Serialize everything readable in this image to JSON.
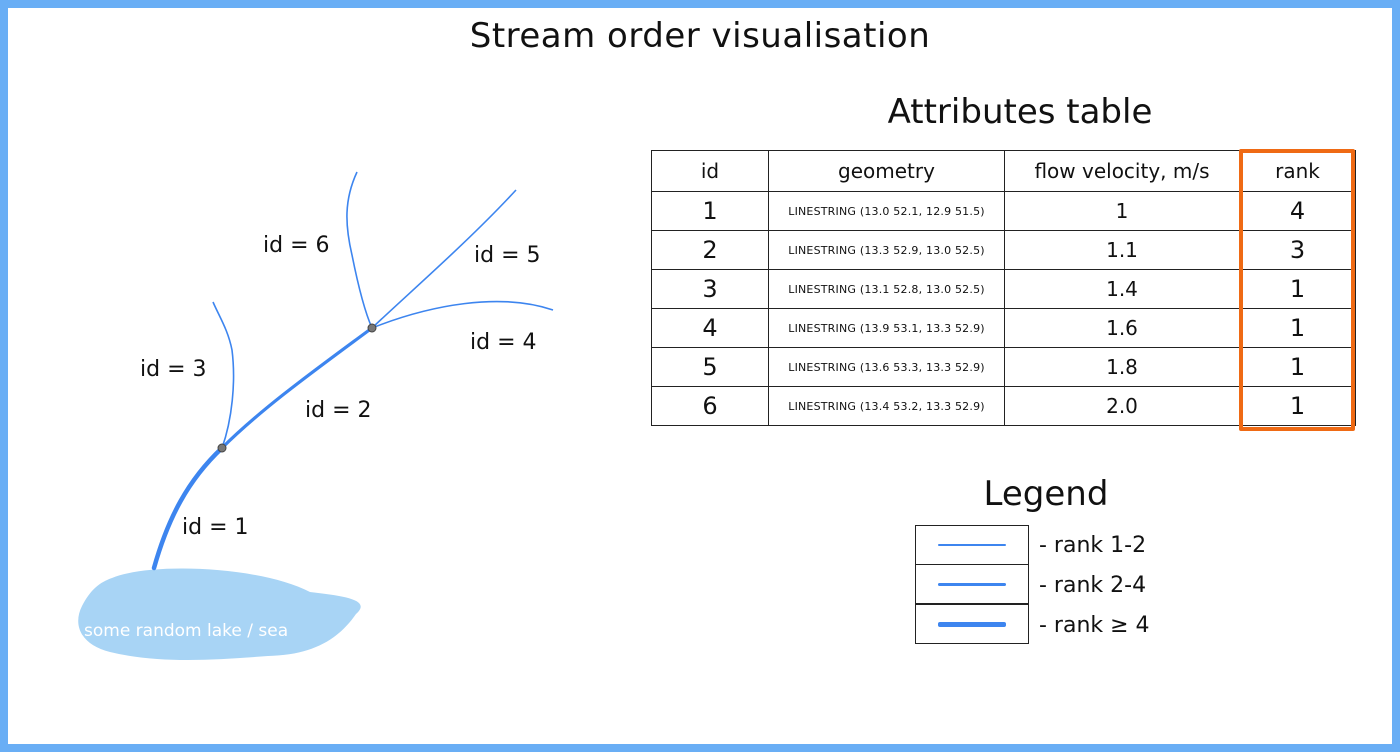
{
  "title": "Stream order visualisation",
  "diagram": {
    "lake_label": "some random lake / sea",
    "segments": [
      {
        "label": "id = 1"
      },
      {
        "label": "id = 2"
      },
      {
        "label": "id = 3"
      },
      {
        "label": "id = 4"
      },
      {
        "label": "id = 5"
      },
      {
        "label": "id = 6"
      }
    ],
    "colors": {
      "stream": "#3d85ef",
      "lake": "#a8d4f5",
      "junction": "#666666"
    }
  },
  "attributes_table": {
    "title": "Attributes table",
    "headers": [
      "id",
      "geometry",
      "flow velocity, m/s",
      "rank"
    ],
    "rows": [
      {
        "id": "1",
        "geometry": "LINESTRING (13.0 52.1, 12.9 51.5)",
        "flow": "1",
        "rank": "4"
      },
      {
        "id": "2",
        "geometry": "LINESTRING (13.3 52.9, 13.0 52.5)",
        "flow": "1.1",
        "rank": "3"
      },
      {
        "id": "3",
        "geometry": "LINESTRING (13.1 52.8, 13.0 52.5)",
        "flow": "1.4",
        "rank": "1"
      },
      {
        "id": "4",
        "geometry": "LINESTRING (13.9 53.1, 13.3 52.9)",
        "flow": "1.6",
        "rank": "1"
      },
      {
        "id": "5",
        "geometry": "LINESTRING (13.6 53.3, 13.3 52.9)",
        "flow": "1.8",
        "rank": "1"
      },
      {
        "id": "6",
        "geometry": "LINESTRING (13.4 53.2, 13.3 52.9)",
        "flow": "2.0",
        "rank": "1"
      }
    ],
    "highlight_color": "#ef6a14"
  },
  "legend": {
    "title": "Legend",
    "items": [
      {
        "label": "- rank 1-2"
      },
      {
        "label": "- rank 2-4"
      },
      {
        "label": "- rank ≥ 4"
      }
    ]
  }
}
